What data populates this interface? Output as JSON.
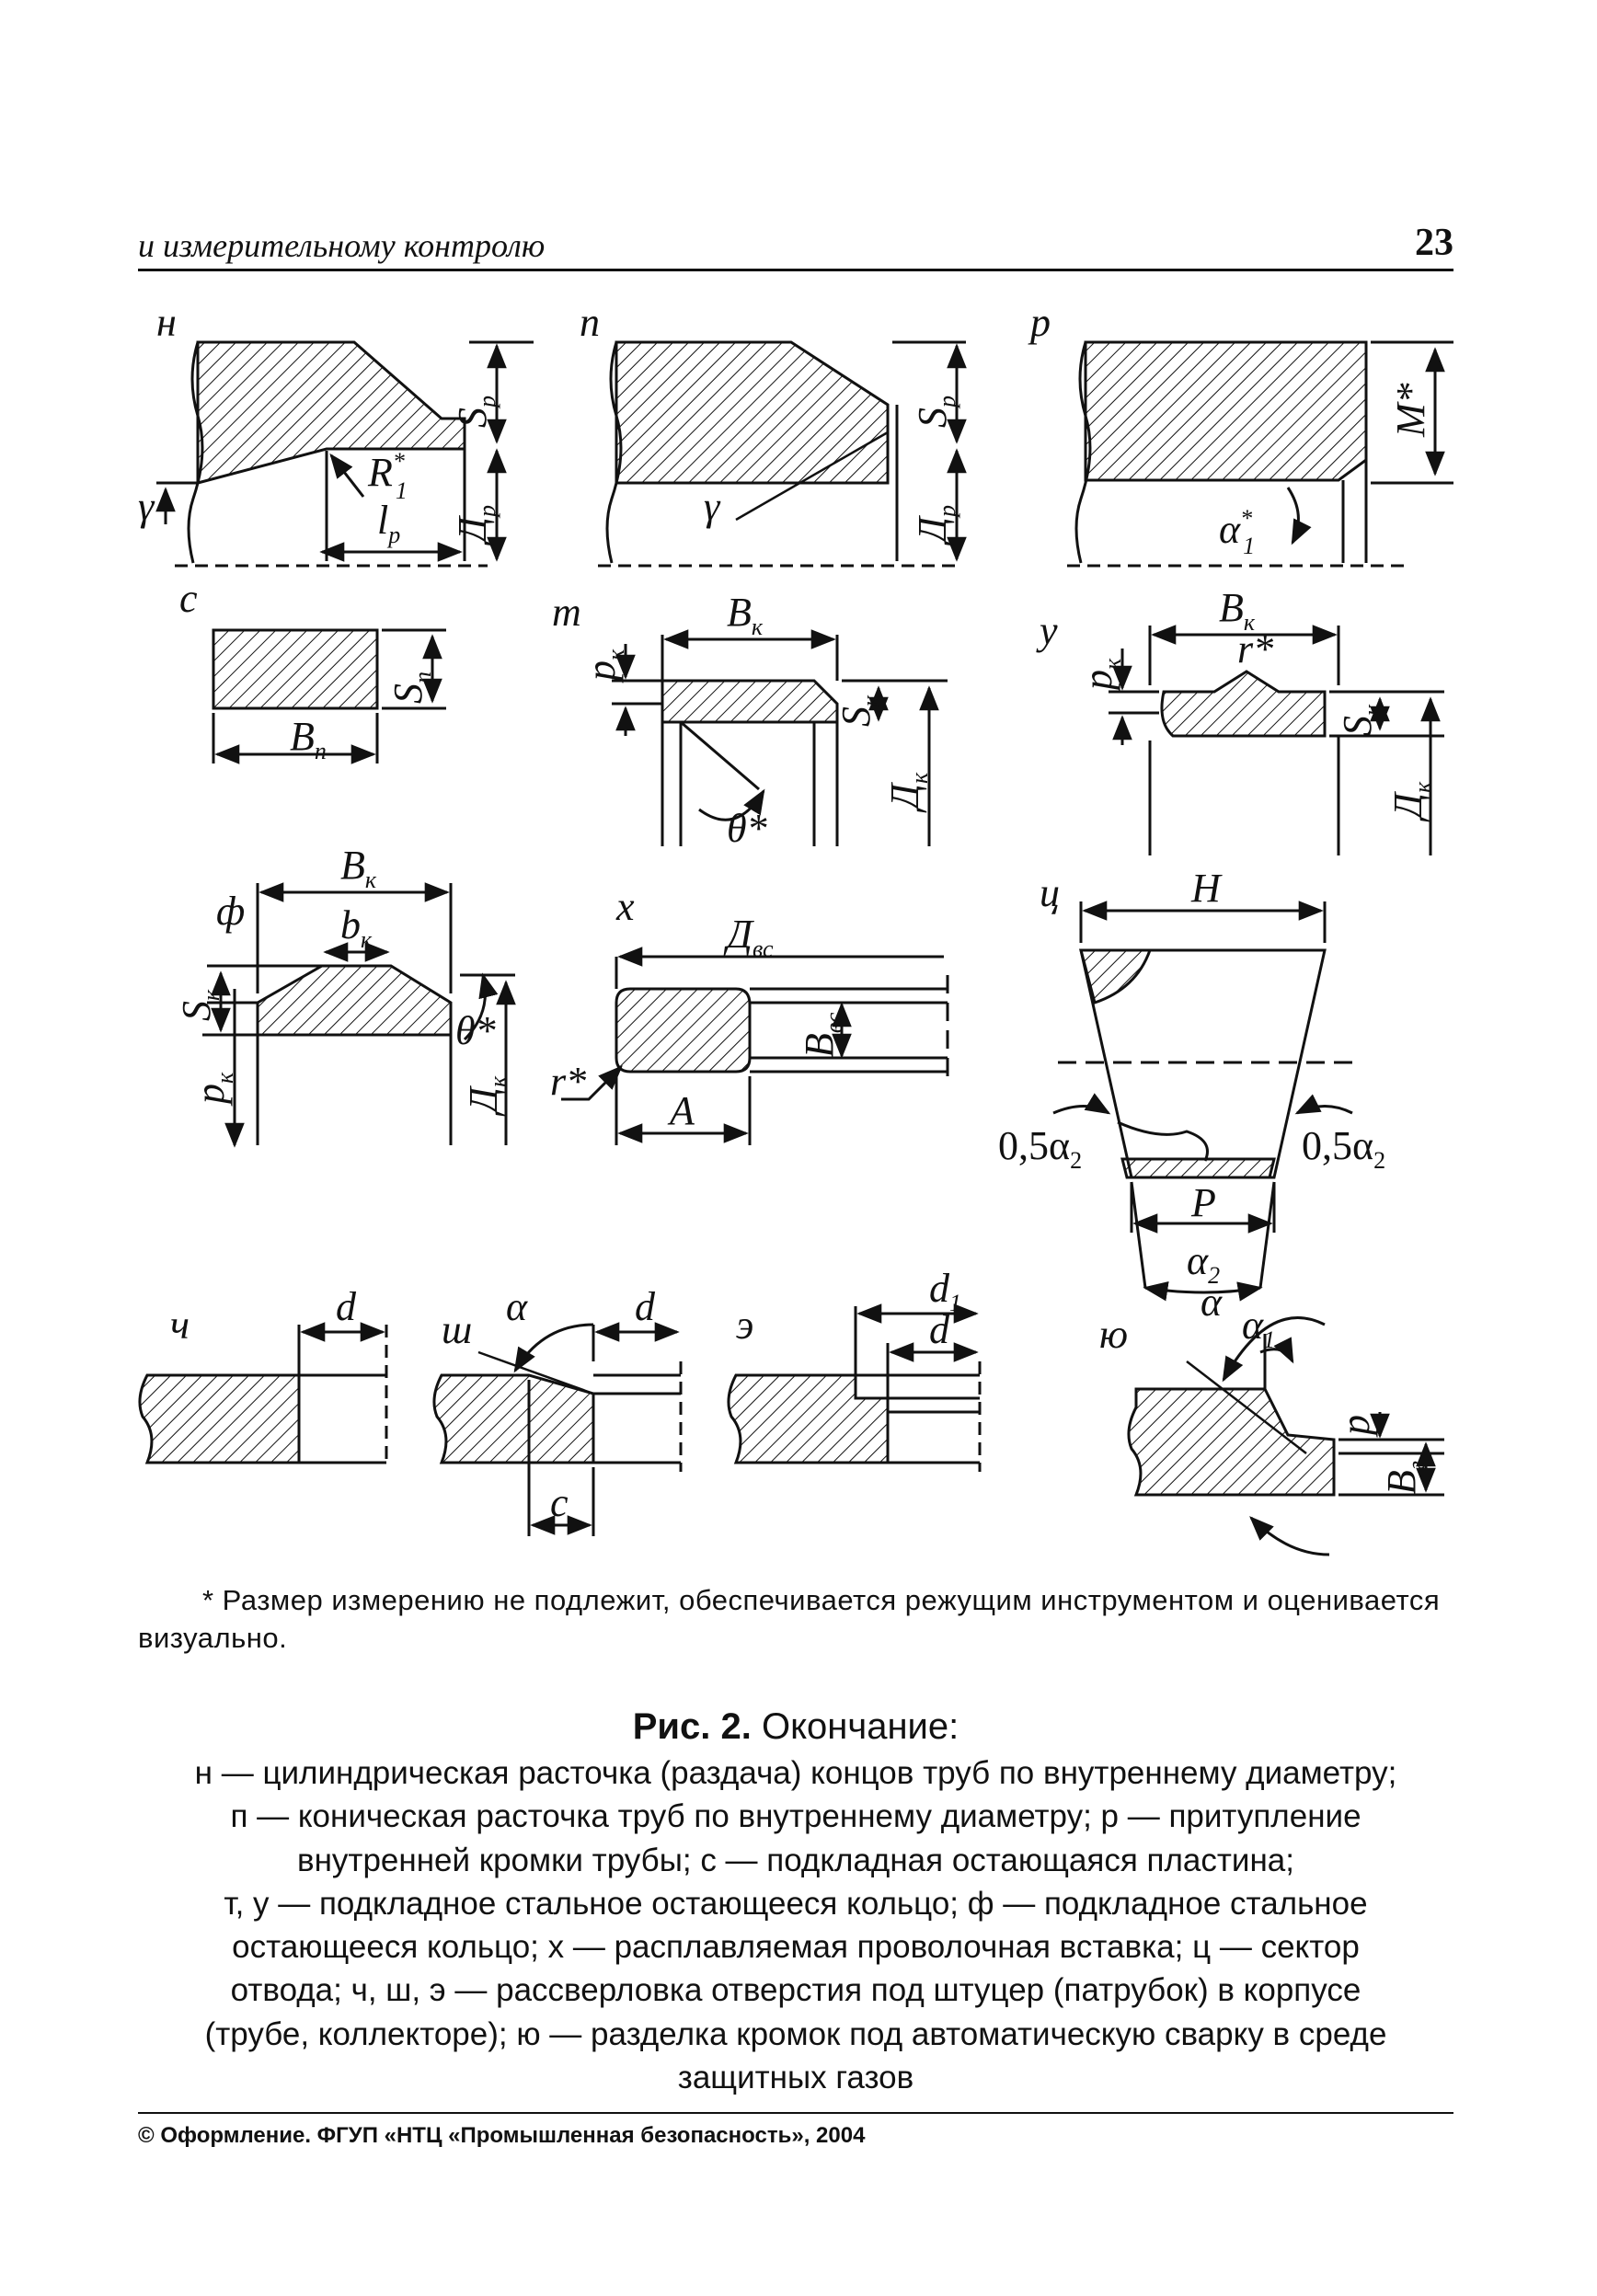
{
  "header": {
    "running_title": "и измерительному контролю",
    "page_number": "23"
  },
  "figure": {
    "labels": {
      "n": "н",
      "p": "п",
      "r": "р",
      "s": "с",
      "t": "т",
      "u": "у",
      "f": "ф",
      "h": "х",
      "ts": "ц",
      "ch": "ч",
      "sh": "ш",
      "e": "э",
      "yu": "ю"
    },
    "dims": {
      "Sp": "S",
      "Sp_sub": "р",
      "Dp": "Д",
      "Dp_sub": "р",
      "R1": "R",
      "R1_sup": "*",
      "R1_sub": "1",
      "lp": "l",
      "lp_sub": "р",
      "gamma": "γ",
      "Mstar": "M*",
      "alpha1star": "α",
      "alpha1star_sup": "*",
      "alpha1star_sub": "1",
      "Sn": "S",
      "Sn_sub": "п",
      "Bn": "B",
      "Bn_sub": "п",
      "pk": "p",
      "pk_sub": "к",
      "Bk": "B",
      "Bk_sub": "к",
      "Sk": "S",
      "Sk_sub": "к",
      "Dk": "Д",
      "Dk_sub": "к",
      "theta": "θ*",
      "rstar": "r*",
      "bk": "b",
      "bk_sub": "к",
      "Dvs": "Д",
      "Dvs_sub": "вс",
      "Bvs": "B",
      "Bvs_sub": "вс",
      "A": "A",
      "H": "H",
      "half_alpha2": "0,5α",
      "half_alpha2_sub": "2",
      "P": "P",
      "alpha2": "α",
      "alpha2_sub": "2",
      "d": "d",
      "d1": "d",
      "d1_sub": "1",
      "c": "c",
      "alpha": "α",
      "alpha1": "α",
      "alpha1_sub": "1",
      "p": "p",
      "Bg": "B",
      "Bg_sub": "г"
    }
  },
  "note": "* Размер измерению не подлежит, обеспечивается режущим инструментом и оценивается визуально.",
  "caption": {
    "title_bold": "Рис. 2.",
    "title_rest": " Окончание:",
    "lines": [
      "н — цилиндрическая расточка (раздача) концов труб по внутреннему диаметру;",
      "п — коническая расточка труб по внутреннему диаметру; р — притупление",
      "внутренней кромки трубы; с — подкладная остающаяся пластина;",
      "т, у — подкладное стальное остающееся кольцо; ф — подкладное стальное",
      "остающееся кольцо; х — расплавляемая проволочная вставка; ц — сектор",
      "отвода;  ч, ш, э — рассверловка отверстия под штуцер (патрубок) в корпусе",
      "(трубе, коллекторе); ю — разделка кромок под автоматическую сварку в среде",
      "защитных газов"
    ]
  },
  "footer": "© Оформление. ФГУП «НТЦ «Промышленная безопасность», 2004"
}
